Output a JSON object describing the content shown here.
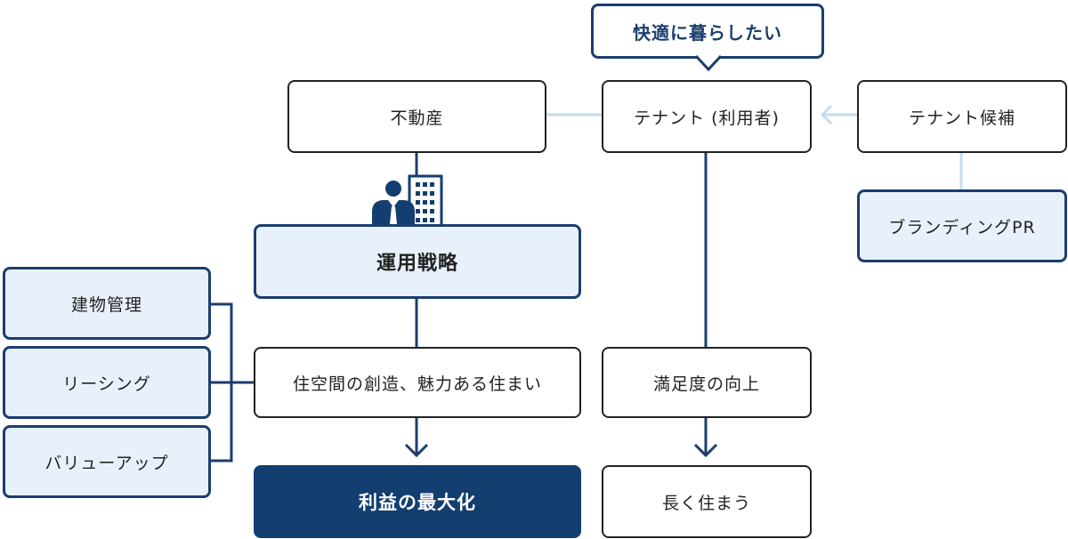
{
  "bubble": {
    "text": "快適に暮らしたい"
  },
  "nodes": {
    "real_estate": "不動産",
    "tenant_user": "テナント (利用者)",
    "tenant_candidate": "テナント候補",
    "branding_pr": "ブランディングPR",
    "operation_strategy": "運用戦略",
    "building_management": "建物管理",
    "leasing": "リーシング",
    "value_up": "バリューアップ",
    "living_space": "住空間の創造、魅力ある住まい",
    "satisfaction": "満足度の向上",
    "profit_max": "利益の最大化",
    "long_stay": "長く住まう"
  },
  "icons": {
    "strategy": "businessman-building-icon"
  },
  "colors": {
    "navy": "#133e70",
    "light_fill": "#e8f1fb",
    "light_line": "#c5dcef"
  }
}
